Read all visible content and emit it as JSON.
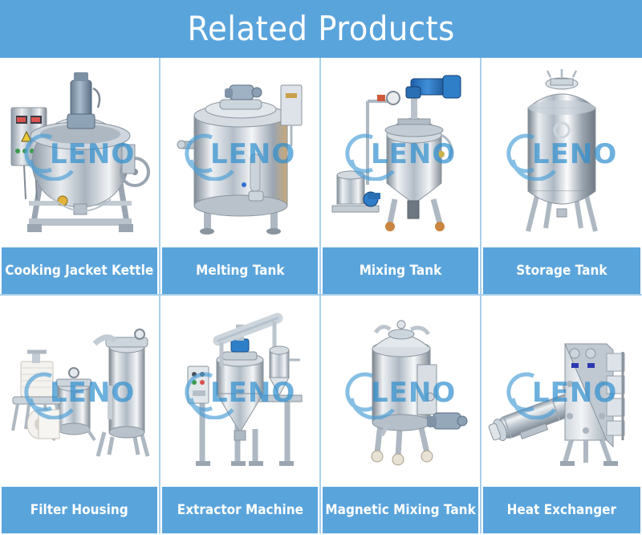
{
  "header": {
    "title": "Related Products",
    "background_color": "#5aa4dc",
    "text_color": "#ffffff"
  },
  "theme": {
    "accent_blue": "#5aa4dc",
    "divider_blue": "#a8d0ea",
    "cell_background": "#ffffff",
    "caption_text_color": "#ffffff",
    "watermark_text": "LENO",
    "watermark_color": "#4a9fd8"
  },
  "grid": {
    "columns": 4,
    "rows": 2
  },
  "products": [
    {
      "label": "Cooking Jacket Kettle",
      "image_alt": "stainless steel jacketed cooking kettle with control panel and tilting hand wheel on frame",
      "watermark": "LENO"
    },
    {
      "label": "Melting Tank",
      "image_alt": "stainless steel cylindrical melting tank with top agitator motor and control box on legs",
      "watermark": "LENO"
    },
    {
      "label": "Mixing Tank",
      "image_alt": "stainless steel mixing tank with blue gear motor, pressure gauge, feed hopper and pump on castors",
      "watermark": "LENO"
    },
    {
      "label": "Storage Tank",
      "image_alt": "tall stainless steel storage tank with domed top manway on four legs",
      "watermark": "LENO"
    },
    {
      "label": "Filter Housing",
      "image_alt": "group of stainless steel filter housings with cartridge filters and clamp lids",
      "watermark": "LENO"
    },
    {
      "label": "Extractor Machine",
      "image_alt": "stainless steel extraction tank with conical bottom, condenser piping and control panel on stand",
      "watermark": "LENO"
    },
    {
      "label": "Magnetic Mixing Tank",
      "image_alt": "stainless steel magnetic mixing tank on castor wheels with side mounted drive motor",
      "watermark": "LENO"
    },
    {
      "label": "Heat Exchanger",
      "image_alt": "tubular shell heat exchanger beside a plate heat exchanger on frame",
      "watermark": "LENO"
    }
  ]
}
